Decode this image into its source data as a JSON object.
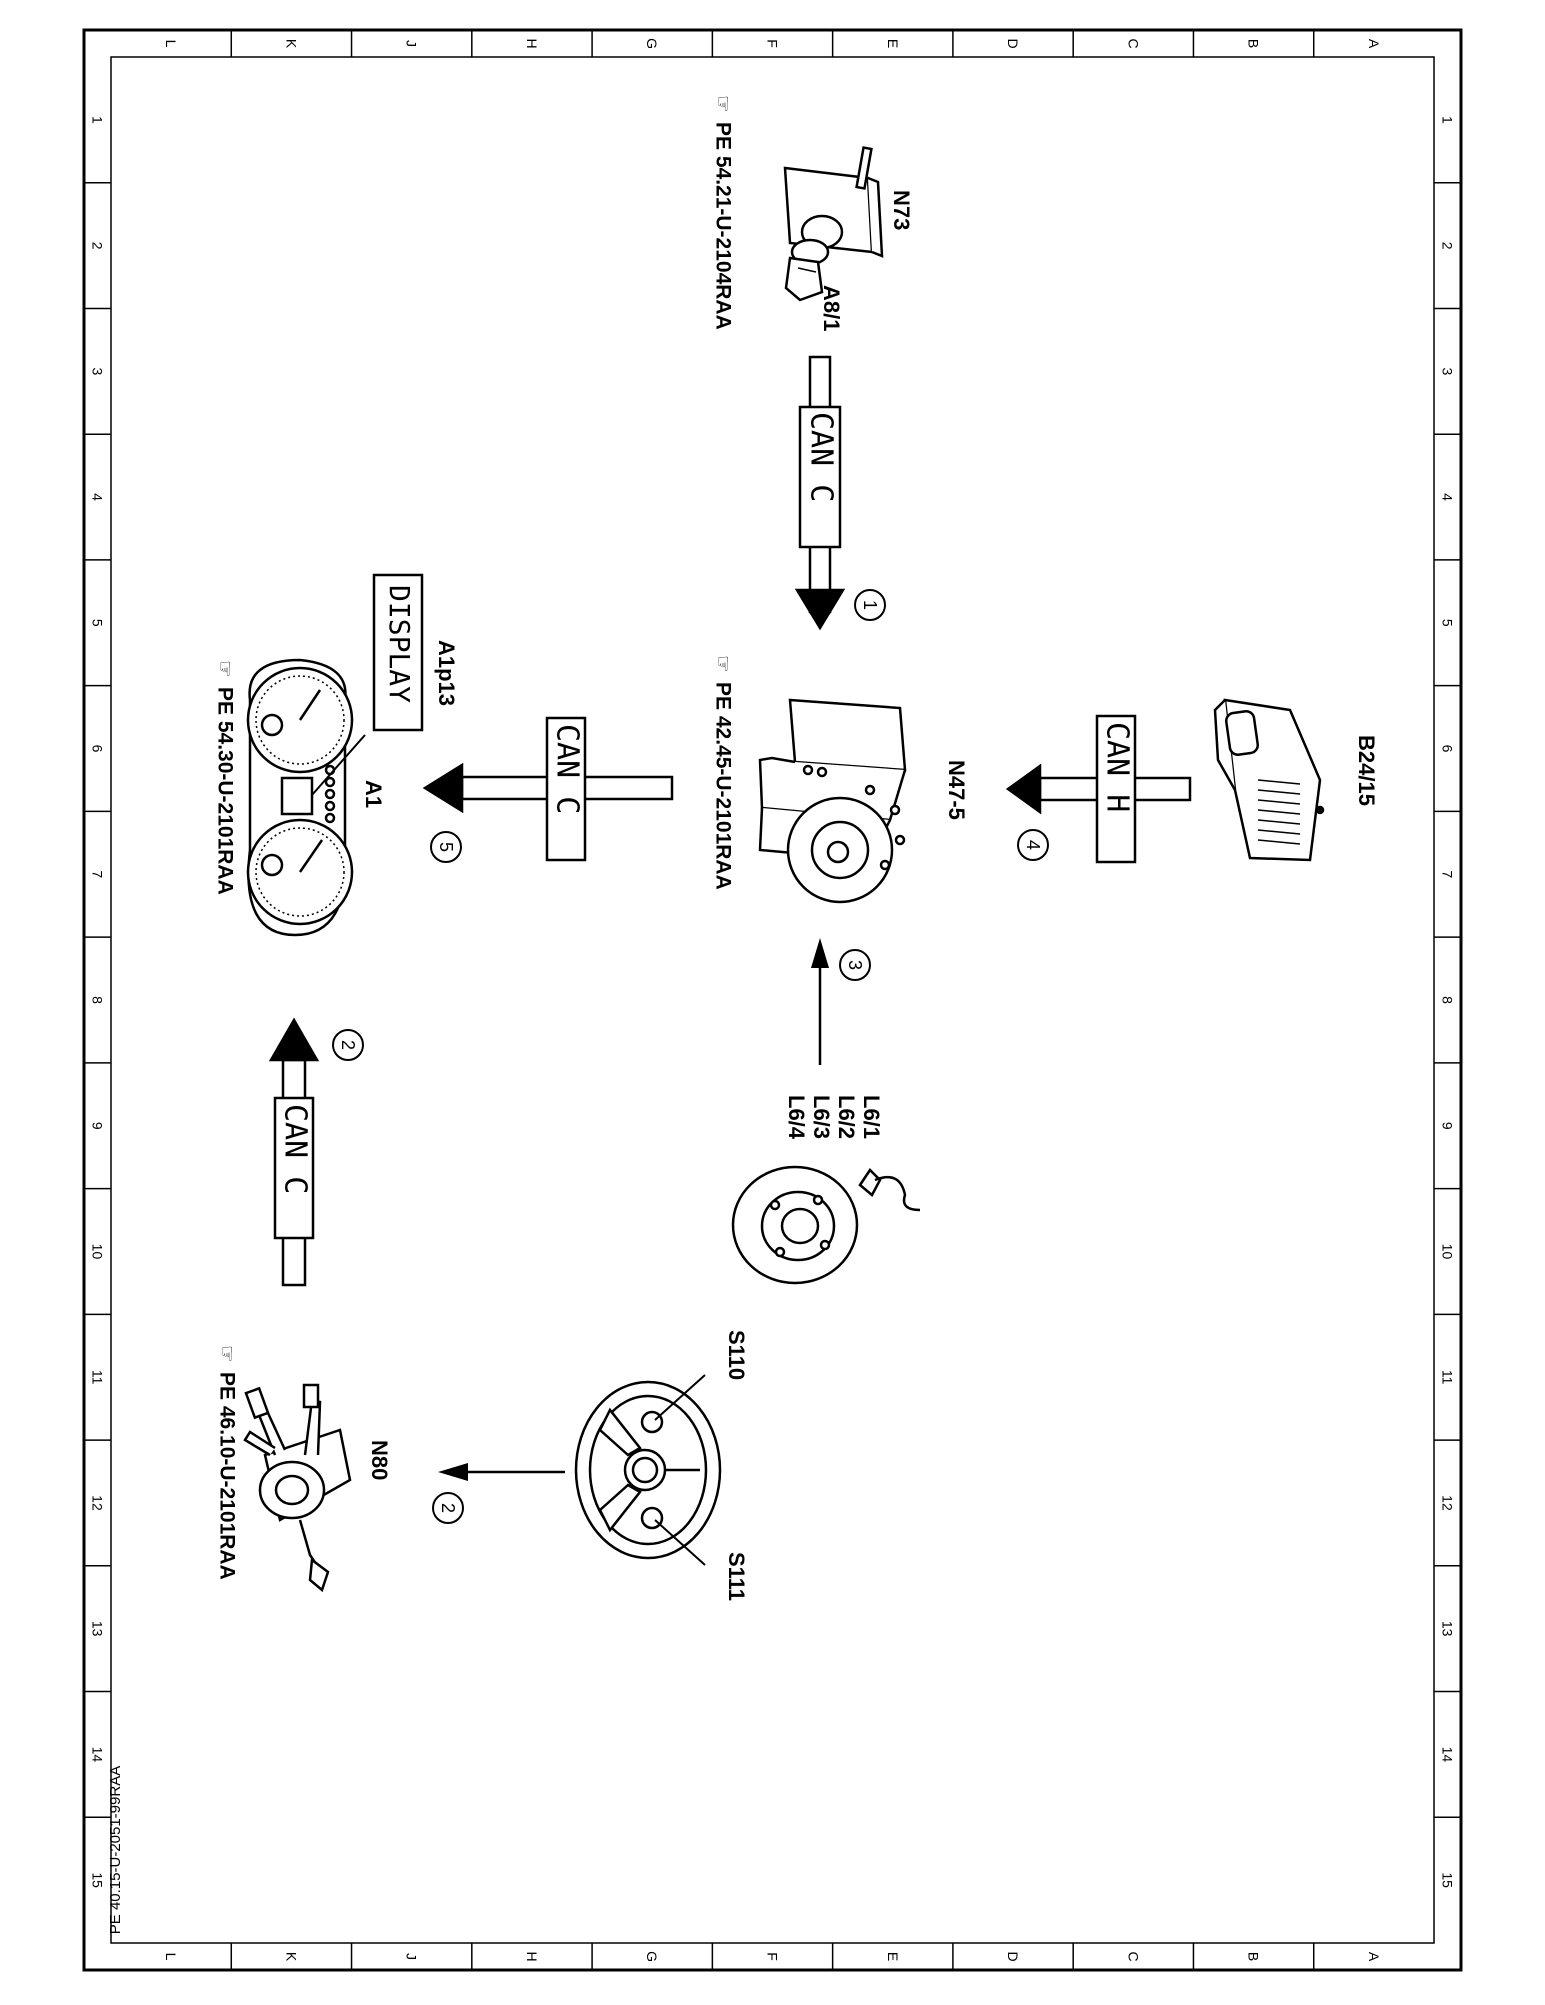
{
  "frame": {
    "rows_letters": [
      "L",
      "K",
      "J",
      "H",
      "G",
      "F",
      "E",
      "D",
      "C",
      "B",
      "A"
    ],
    "cols_numbers": [
      "1",
      "2",
      "3",
      "4",
      "5",
      "6",
      "7",
      "8",
      "9",
      "10",
      "11",
      "12",
      "13",
      "14",
      "15"
    ],
    "drawing_id": "PE 40.15-U-2051-99RAA"
  },
  "components": {
    "n73": {
      "label": "N73",
      "ref": "PE 54.21-U-2104RAA"
    },
    "a8_1": {
      "label": "A8/1"
    },
    "n47_5": {
      "label": "N47-5",
      "ref": "PE 42.45-U-2101RAA"
    },
    "b24_15": {
      "label": "B24/15"
    },
    "a1p13": {
      "label": "A1p13",
      "display_text": "DISPLAY"
    },
    "a1": {
      "label": "A1",
      "ref": "PE 54.30-U-2101RAA"
    },
    "l6": {
      "label1": "L6/1",
      "label2": "L6/2",
      "label3": "L6/3",
      "label4": "L6/4"
    },
    "s110": {
      "label": "S110"
    },
    "s111": {
      "label": "S111"
    },
    "n80": {
      "label": "N80",
      "ref": "PE 46.10-U-2101RAA"
    }
  },
  "buses": {
    "can_c_top": "CAN C",
    "can_h": "CAN H",
    "can_c_mid": "CAN C",
    "can_c_bottom": "CAN C"
  },
  "callouts": {
    "c1": "1",
    "c2a": "2",
    "c2b": "2",
    "c3": "3",
    "c4": "4",
    "c5": "5"
  },
  "colors": {
    "ink": "#000000",
    "paper": "#ffffff"
  }
}
